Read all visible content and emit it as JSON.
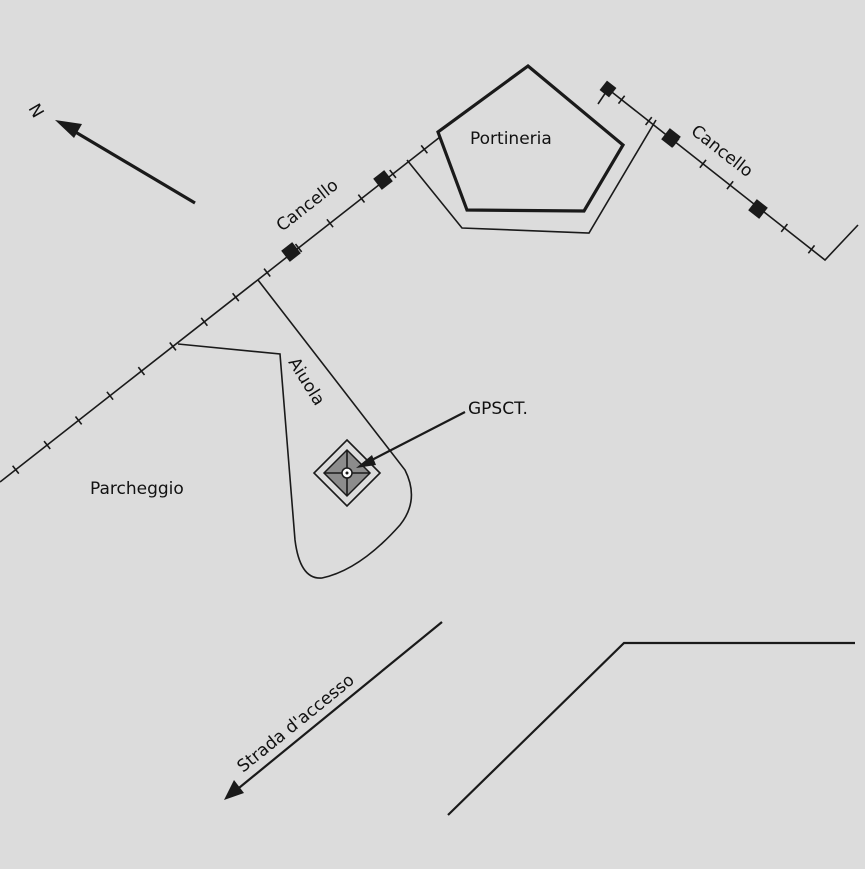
{
  "labels": {
    "north": "N",
    "gate_left": "Cancello",
    "gate_right": "Cancello",
    "lodge": "Portineria",
    "flowerbed": "Aiuola",
    "station": "GPSCT.",
    "parking": "Parcheggio",
    "access_road": "Strada d'accesso"
  },
  "colors": {
    "background": "#dcdcdc",
    "ink": "#1a1a1a",
    "monument_fill": "#8c8c8c"
  }
}
